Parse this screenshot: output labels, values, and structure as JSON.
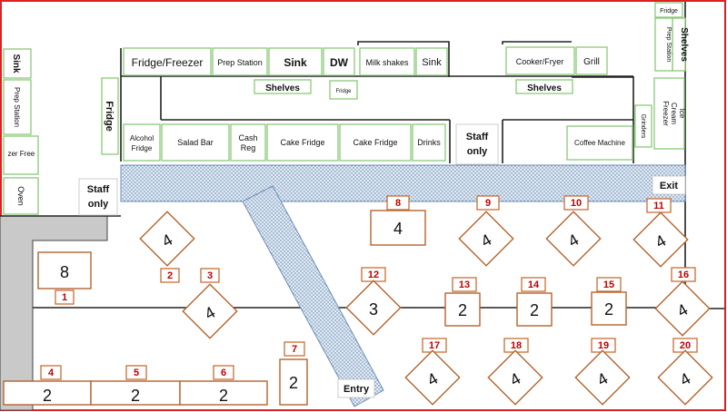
{
  "stations": {
    "fridge_freezer": "Fridge/Freezer",
    "prep_station_top": "Prep Station",
    "sink_top": "Sink",
    "dw": "DW",
    "milk_shakes": "Milk shakes",
    "sink_right": "Sink",
    "cooker_fryer": "Cooker/Fryer",
    "grill": "Grill",
    "fridge_corner": "Fridge",
    "shelves_corner": "Shelves",
    "prep_station_corner": "Prep Station",
    "sink_left": "Sink",
    "prep_station_left": "Prep Station",
    "freezer_left": [
      "Free",
      "zer"
    ],
    "oven": "Oven",
    "fridge_side": "Fridge",
    "shelves_left": "Shelves",
    "fridge_small": "Fridge",
    "shelves_right": "Shelves",
    "grinders": "Grinders",
    "ice_cream_freezer": [
      "Ice",
      "Cream",
      "Freezer"
    ],
    "alcohol_fridge": [
      "Alcohol",
      "Fridge"
    ],
    "salad_bar": "Salad Bar",
    "cash_reg": [
      "Cash",
      "Reg"
    ],
    "cake_fridge_1": "Cake Fridge",
    "cake_fridge_2": "Cake Fridge",
    "drinks": "Drinks",
    "coffee_machine": "Coffee Machine",
    "staff_only_center": [
      "Staff",
      "only"
    ],
    "staff_only_left": [
      "Staff",
      "only"
    ],
    "exit": "Exit",
    "entry": "Entry"
  },
  "tables": [
    {
      "number": "1",
      "seats": "8"
    },
    {
      "number": "2",
      "seats": "4"
    },
    {
      "number": "3",
      "seats": "4"
    },
    {
      "number": "4",
      "seats": "2"
    },
    {
      "number": "5",
      "seats": "2"
    },
    {
      "number": "6",
      "seats": "2"
    },
    {
      "number": "7",
      "seats": "2"
    },
    {
      "number": "8",
      "seats": "4"
    },
    {
      "number": "9",
      "seats": "4"
    },
    {
      "number": "10",
      "seats": "4"
    },
    {
      "number": "11",
      "seats": "4"
    },
    {
      "number": "12",
      "seats": "3"
    },
    {
      "number": "13",
      "seats": "2"
    },
    {
      "number": "14",
      "seats": "2"
    },
    {
      "number": "15",
      "seats": "2"
    },
    {
      "number": "16",
      "seats": "4"
    },
    {
      "number": "17",
      "seats": "4"
    },
    {
      "number": "18",
      "seats": "4"
    },
    {
      "number": "19",
      "seats": "4"
    },
    {
      "number": "20",
      "seats": "4"
    }
  ],
  "colors": {
    "outer_border": "#e02020",
    "station_border": "#8cc878",
    "table_border": "#b4642d",
    "table_number": "#c00000"
  }
}
